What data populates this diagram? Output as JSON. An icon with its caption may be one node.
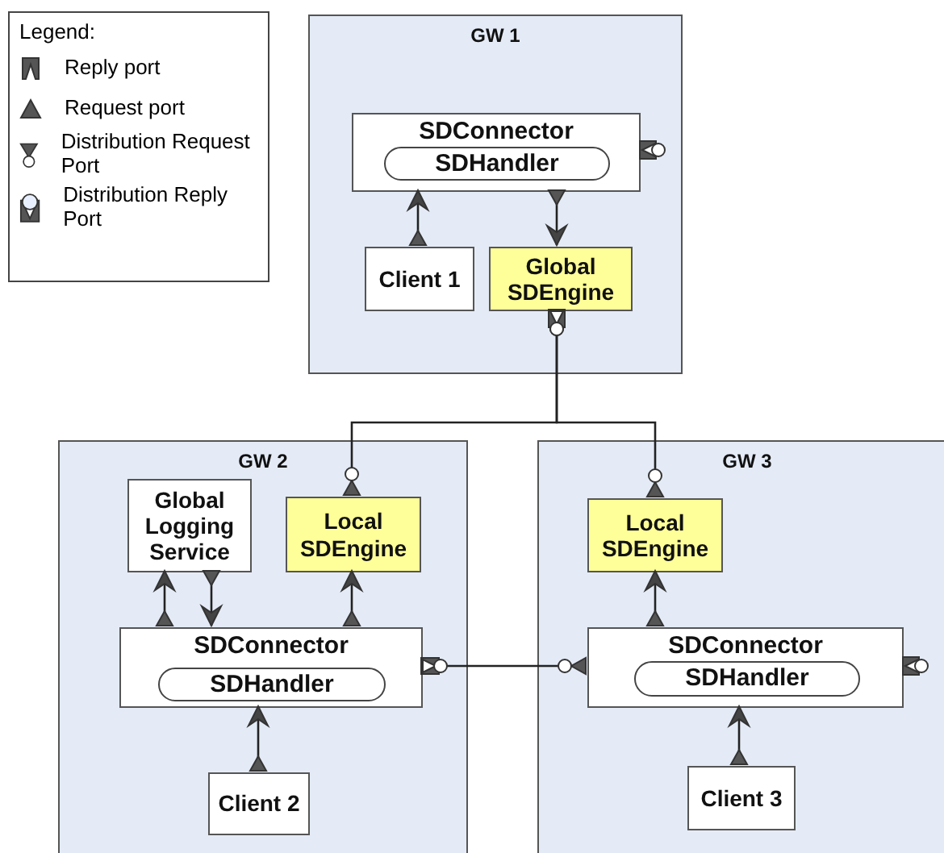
{
  "diagram": {
    "nodes": [
      {
        "text": [
          "GW 1"
        ]
      },
      {
        "text": [
          "SDConnector"
        ],
        "in": 0
      },
      {
        "text": [
          "SDHandler"
        ],
        "in": 1
      },
      {
        "text": [
          "Client 1"
        ],
        "in": 0
      },
      {
        "text": [
          "Global SDEngine"
        ],
        "in": 0
      },
      {
        "text": [
          "GW 2"
        ]
      },
      {
        "text": [
          "Global Logging Service"
        ],
        "in": 5
      },
      {
        "text": [
          "Local SDEngine"
        ],
        "in": 5
      },
      {
        "text": [
          "SDConnector"
        ],
        "in": 5
      },
      {
        "text": [
          "SDHandler"
        ],
        "in": 8
      },
      {
        "text": [
          "Client 2"
        ],
        "in": 5
      },
      {
        "text": [
          "GW 3"
        ]
      },
      {
        "text": [
          "Local SDEngine"
        ],
        "in": 11
      },
      {
        "text": [
          "SDConnector"
        ],
        "in": 11
      },
      {
        "text": [
          "SDHandler"
        ],
        "in": 13
      },
      {
        "text": [
          "Client 3"
        ],
        "in": 11
      }
    ],
    "edges": [
      {
        "from": 3,
        "to": 1,
        "arrow": "to"
      },
      {
        "from": 1,
        "to": 4,
        "arrow": "to"
      },
      {
        "from": 7,
        "to": 4,
        "arrow": "other"
      },
      {
        "from": 12,
        "to": 4,
        "arrow": "other"
      },
      {
        "from": 10,
        "to": 8,
        "arrow": "to"
      },
      {
        "from": 8,
        "to": 6,
        "arrow": "to"
      },
      {
        "from": 6,
        "to": 8,
        "arrow": "to"
      },
      {
        "from": 8,
        "to": 7,
        "arrow": "to"
      },
      {
        "from": 13,
        "to": 12,
        "arrow": "to"
      },
      {
        "from": 15,
        "to": 13,
        "arrow": "to"
      },
      {
        "from": 13,
        "to": 8,
        "arrow": "other"
      }
    ],
    "labels": [
      "Legend:"
    ],
    "legend": [
      {
        "text": "Reply port"
      },
      {
        "text": "Request port"
      },
      {
        "text": "Distribution Request Port"
      },
      {
        "text": "Distribution Reply Port"
      }
    ]
  }
}
